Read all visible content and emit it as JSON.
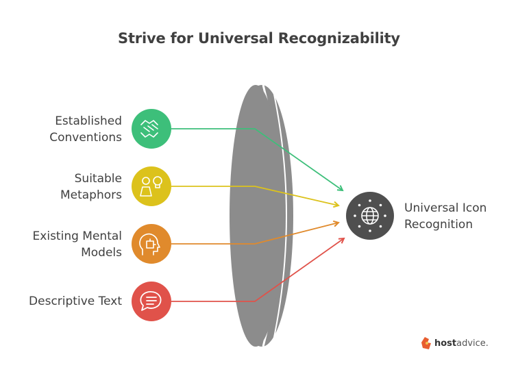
{
  "title": "Strive for Universal Recognizability",
  "inputs": [
    {
      "line1": "Established",
      "line2": "Conventions",
      "color": "#3dbf7a",
      "icon": "handshake-icon"
    },
    {
      "line1": "Suitable",
      "line2": "Metaphors",
      "color": "#dcc21c",
      "icon": "person-lightbulb-icon"
    },
    {
      "line1": "Existing Mental",
      "line2": "Models",
      "color": "#e08a2c",
      "icon": "head-puzzle-icon"
    },
    {
      "line1": "Descriptive Text",
      "line2": "",
      "color": "#e0524a",
      "icon": "speech-bubble-icon"
    }
  ],
  "output": {
    "line1": "Universal Icon",
    "line2": "Recognition",
    "color": "#4f4f4f",
    "icon": "globe-icon"
  },
  "lens_color": "#8c8c8c",
  "logo": {
    "part1": "host",
    "part2": "advice."
  }
}
